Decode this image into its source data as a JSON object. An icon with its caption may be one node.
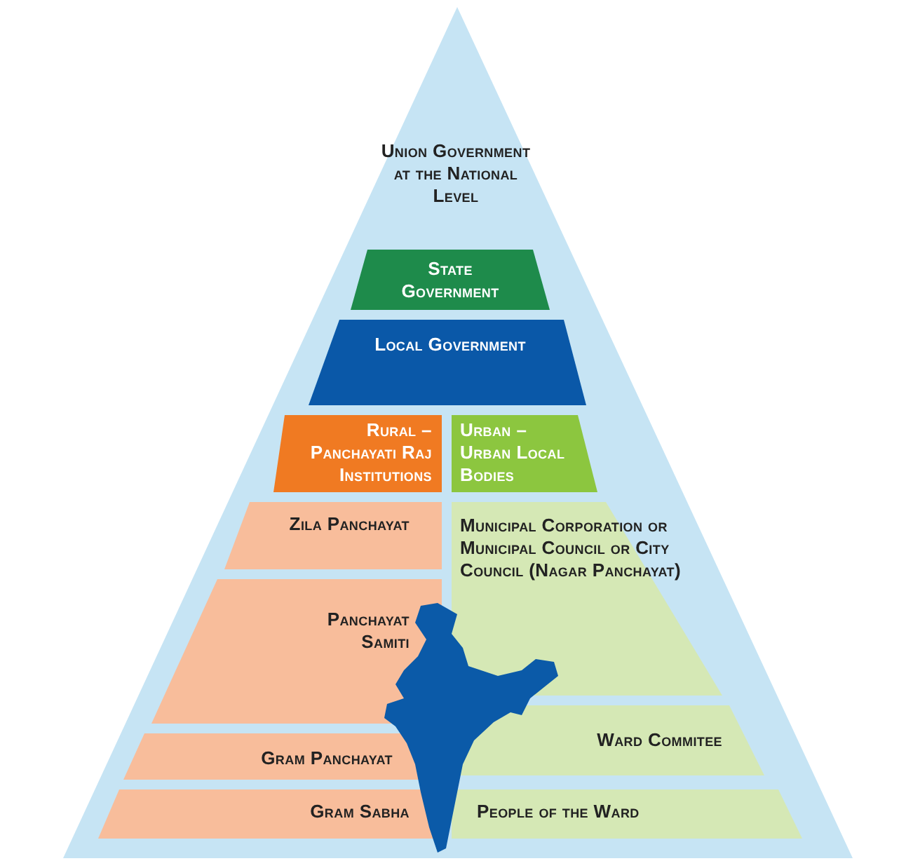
{
  "diagram": {
    "nodes": [
      {
        "text": [
          "Union Government at the National Level"
        ]
      },
      {
        "text": [
          "State Government"
        ],
        "in": 0
      },
      {
        "text": [
          "Local Government"
        ],
        "in": 0
      },
      {
        "text": [
          "Rural – Panchayati Raj Institutions"
        ],
        "in": 0
      },
      {
        "text": [
          "Urban – Urban Local Bodies"
        ],
        "in": 0
      },
      {
        "text": [
          "Zila Panchayat"
        ],
        "in": 0
      },
      {
        "text": [
          "Municipal Corporation or Municipal Council or City Council (Nagar Panchayat)"
        ],
        "in": 0
      },
      {
        "text": [
          "Panchayat Samiti"
        ],
        "in": 0
      },
      {
        "text": [
          "Ward Commitee"
        ],
        "in": 0
      },
      {
        "text": [
          "Gram Panchayat"
        ],
        "in": 0
      },
      {
        "text": [
          "Gram Sabha"
        ],
        "in": 0
      },
      {
        "text": [
          "People of the Ward"
        ],
        "in": 0
      }
    ]
  }
}
